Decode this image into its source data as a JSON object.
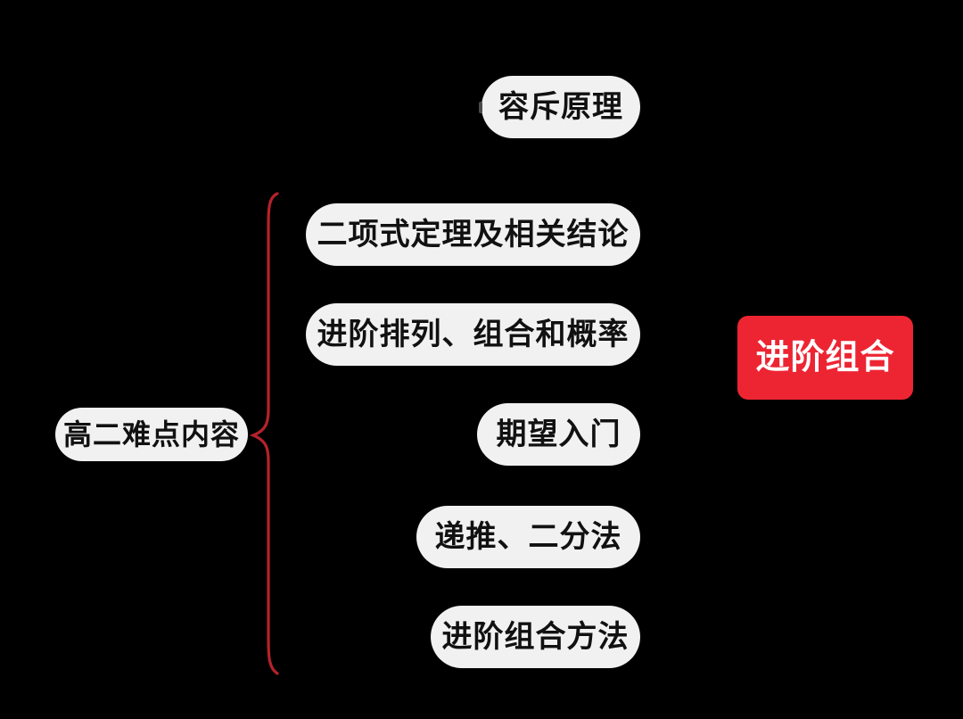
{
  "diagram": {
    "type": "mindmap-branch",
    "background": "#000000",
    "parent_node": {
      "label": "高二难点内容"
    },
    "top_node": {
      "label": "容斥原理"
    },
    "branch_nodes": [
      {
        "label": "二项式定理及相关结论"
      },
      {
        "label": "进阶排列、组合和概率"
      },
      {
        "label": "期望入门"
      },
      {
        "label": "递推、二分法"
      },
      {
        "label": "进阶组合方法"
      }
    ],
    "highlight_node": {
      "label": "进阶组合"
    },
    "colors": {
      "node_fill": "#f1f1f1",
      "node_text": "#111111",
      "brace": "#b5222a",
      "highlight_fill": "#ed2533",
      "highlight_text": "#ffffff",
      "connector_stub": "#4a4a4a"
    }
  }
}
